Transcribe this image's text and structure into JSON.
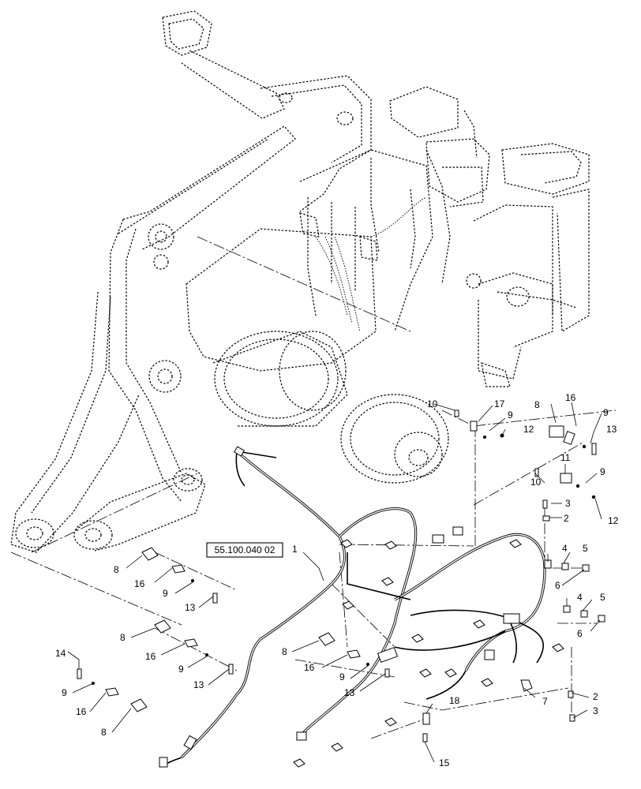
{
  "reference_box": "55.100.040 02",
  "callouts": [
    {
      "id": "c1",
      "text": "1"
    },
    {
      "id": "c10a",
      "text": "10"
    },
    {
      "id": "c17",
      "text": "17"
    },
    {
      "id": "c9a",
      "text": "9"
    },
    {
      "id": "c12a",
      "text": "12"
    },
    {
      "id": "c8a",
      "text": "8"
    },
    {
      "id": "c16a",
      "text": "16"
    },
    {
      "id": "c9b",
      "text": "9"
    },
    {
      "id": "c13a",
      "text": "13"
    },
    {
      "id": "c11",
      "text": "11"
    },
    {
      "id": "c10b",
      "text": "10"
    },
    {
      "id": "c9c",
      "text": "9"
    },
    {
      "id": "c3a",
      "text": "3"
    },
    {
      "id": "c2a",
      "text": "2"
    },
    {
      "id": "c12b",
      "text": "12"
    },
    {
      "id": "c4a",
      "text": "4"
    },
    {
      "id": "c5a",
      "text": "5"
    },
    {
      "id": "c6a",
      "text": "6"
    },
    {
      "id": "c4b",
      "text": "4"
    },
    {
      "id": "c5b",
      "text": "5"
    },
    {
      "id": "c6b",
      "text": "6"
    },
    {
      "id": "c7",
      "text": "7"
    },
    {
      "id": "c2b",
      "text": "2"
    },
    {
      "id": "c3b",
      "text": "3"
    },
    {
      "id": "c18",
      "text": "18"
    },
    {
      "id": "c15",
      "text": "15"
    },
    {
      "id": "c8b",
      "text": "8"
    },
    {
      "id": "c16b",
      "text": "16"
    },
    {
      "id": "c9d",
      "text": "9"
    },
    {
      "id": "c13b",
      "text": "13"
    },
    {
      "id": "c8c",
      "text": "8"
    },
    {
      "id": "c16c",
      "text": "16"
    },
    {
      "id": "c9e",
      "text": "9"
    },
    {
      "id": "c13c",
      "text": "13"
    },
    {
      "id": "c8d",
      "text": "8"
    },
    {
      "id": "c16d",
      "text": "16"
    },
    {
      "id": "c9f",
      "text": "9"
    },
    {
      "id": "c13d",
      "text": "13"
    },
    {
      "id": "c14",
      "text": "14"
    },
    {
      "id": "c9g",
      "text": "9"
    },
    {
      "id": "c16e",
      "text": "16"
    },
    {
      "id": "c8e",
      "text": "8"
    }
  ]
}
